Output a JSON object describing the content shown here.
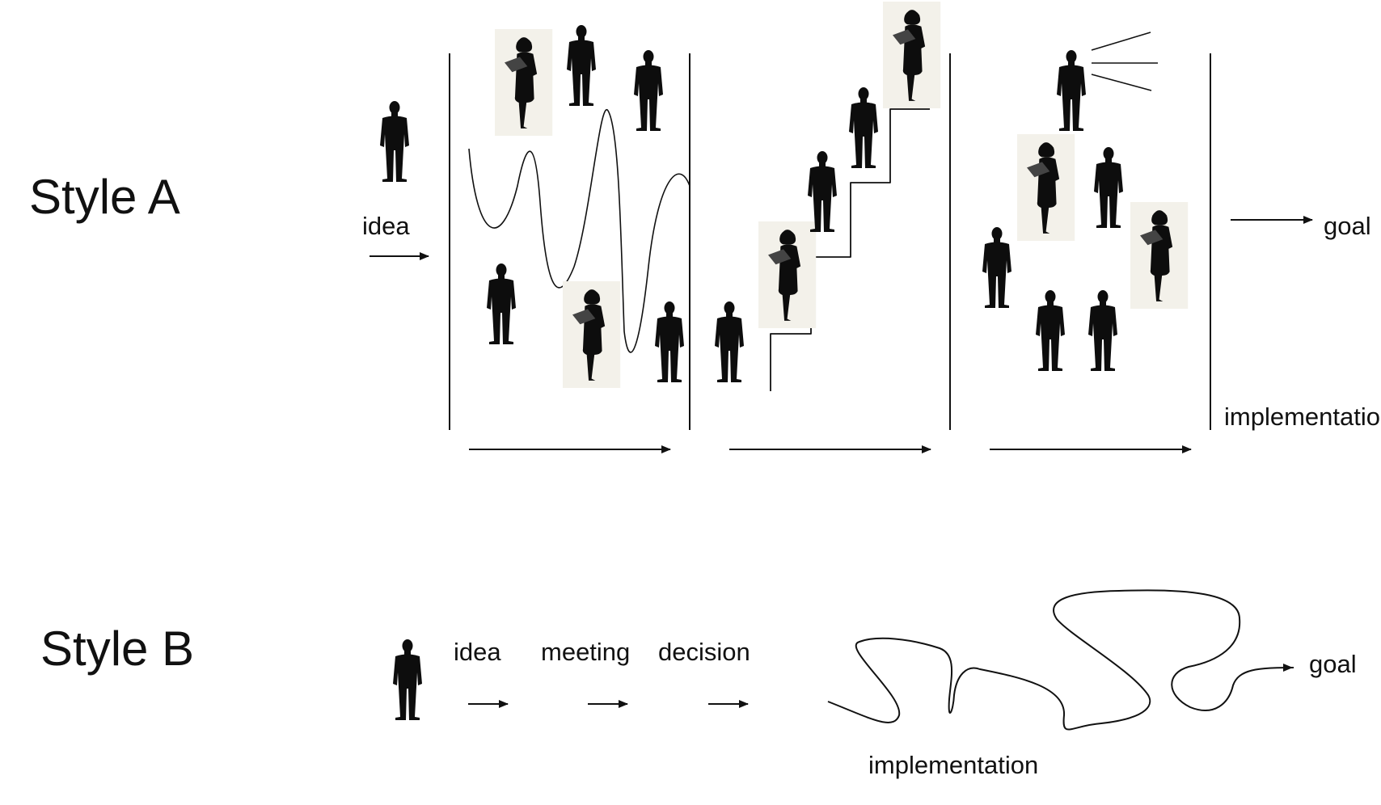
{
  "colors": {
    "background": "#ffffff",
    "ink": "#111111",
    "silhouette": "#0d0d0d",
    "photo_bg": "#f3f1ea"
  },
  "style_a": {
    "title": "Style A",
    "idea_label": "idea",
    "goal_label": "goal",
    "implementation_label": "implementatio",
    "icons": [
      "person-silhouette-icon",
      "businesswoman-clipboard-icon",
      "arrow-right-icon",
      "wave-curve-icon",
      "staircase-icon",
      "megaphone-lines-icon"
    ]
  },
  "style_b": {
    "title": "Style B",
    "steps": [
      "idea",
      "meeting",
      "decision"
    ],
    "goal_label": "goal",
    "implementation_label": "implementation",
    "icons": [
      "person-silhouette-icon",
      "arrow-right-icon",
      "tangled-path-icon"
    ]
  }
}
